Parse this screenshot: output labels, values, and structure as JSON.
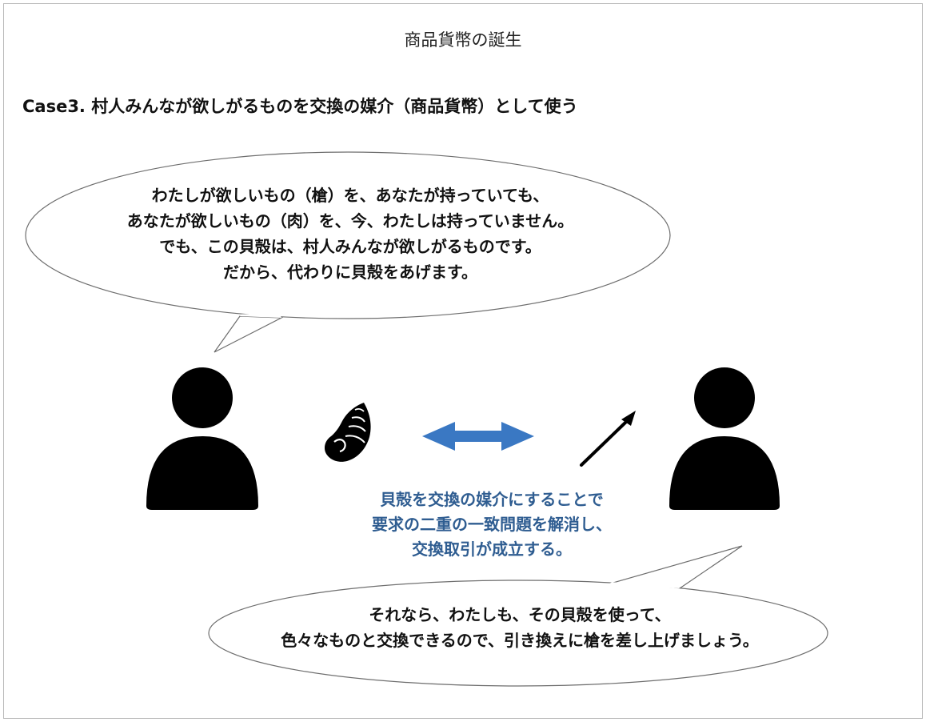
{
  "title": "商品貨幣の誕生",
  "case_heading": "Case3. 村人みんなが欲しがるものを交換の媒介（商品貨幣）として使う",
  "left_bubble": {
    "lines": [
      "わたしが欲しいもの（槍）を、あなたが持っていても、",
      "あなたが欲しいもの（肉）を、今、わたしは持っていません。",
      "でも、この貝殻は、村人みんなが欲しがるものです。",
      "だから、代わりに貝殻をあげます。"
    ]
  },
  "right_bubble": {
    "lines": [
      "それなら、わたしも、その貝殻を使って、",
      "色々なものと交換できるので、引き換えに槍を差し上げましょう。"
    ]
  },
  "center_caption": {
    "lines": [
      "貝殻を交換の媒介にすることで",
      "要求の二重の一致問題を解消し、",
      "交換取引が成立する。"
    ]
  },
  "icons": {
    "left_person": "person-icon",
    "shell": "shell-icon",
    "exchange_arrow": "double-arrow-icon",
    "spear": "spear-icon",
    "right_person": "person-icon"
  },
  "colors": {
    "arrow": "#3a78c3",
    "caption": "#2f5d91",
    "figure": "#000000"
  }
}
